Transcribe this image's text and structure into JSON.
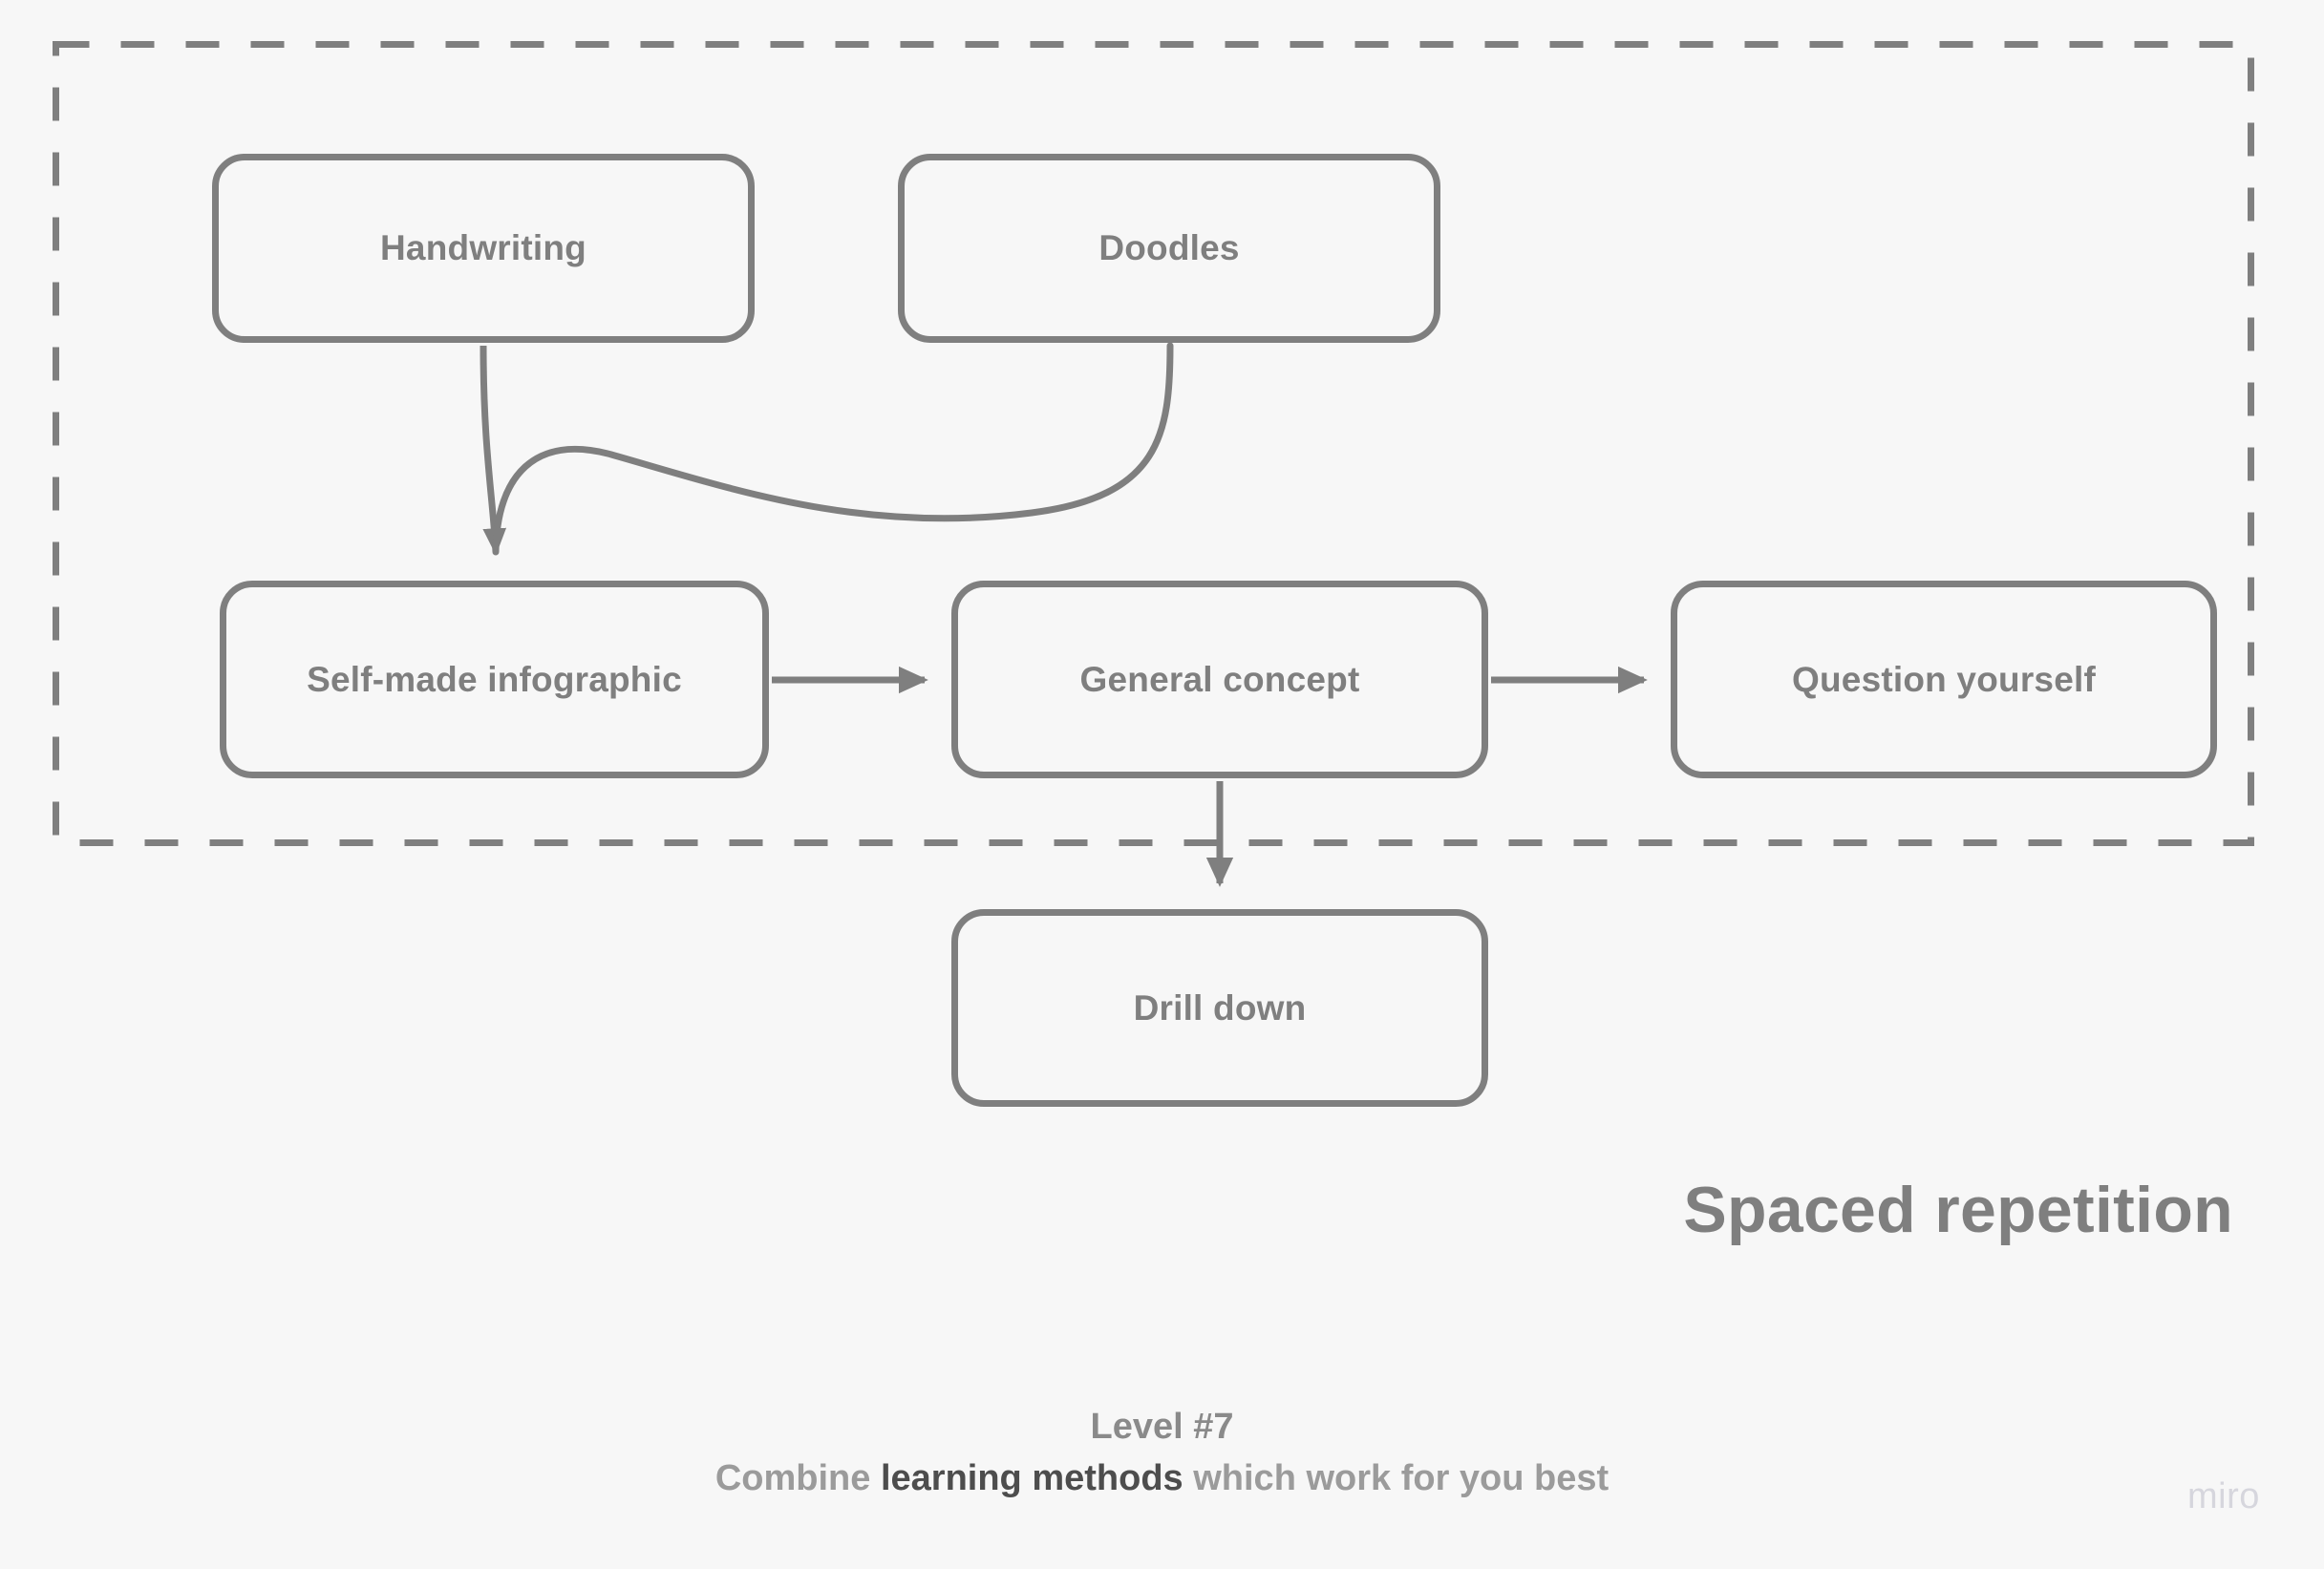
{
  "canvas": {
    "background": "#f7f7f7",
    "stroke_color": "#7f7f7f",
    "text_color": "#7f7f7f"
  },
  "frame": {
    "title": "Spaced repetition",
    "border_style": "dashed",
    "border_color": "#7f7f7f"
  },
  "nodes": [
    {
      "id": "handwriting",
      "label": "Handwriting"
    },
    {
      "id": "doodles",
      "label": "Doodles"
    },
    {
      "id": "self-made",
      "label": "Self-made infographic"
    },
    {
      "id": "general-concept",
      "label": "General concept"
    },
    {
      "id": "question-yourself",
      "label": "Question yourself"
    },
    {
      "id": "drill-down",
      "label": "Drill down"
    }
  ],
  "connectors": [
    {
      "from": "handwriting",
      "to": "self-made",
      "style": "straight-arrow-down"
    },
    {
      "from": "doodles",
      "to": "self-made",
      "style": "curved-arrow"
    },
    {
      "from": "self-made",
      "to": "general-concept",
      "style": "straight-arrow-right"
    },
    {
      "from": "general-concept",
      "to": "question-yourself",
      "style": "straight-arrow-right"
    },
    {
      "from": "general-concept",
      "to": "drill-down",
      "style": "straight-arrow-down"
    }
  ],
  "footer": {
    "level": "Level #7",
    "caption_prefix": "Combine ",
    "caption_strong": "learning methods",
    "caption_suffix": " which work for you best"
  },
  "branding": {
    "wordmark": "miro"
  }
}
